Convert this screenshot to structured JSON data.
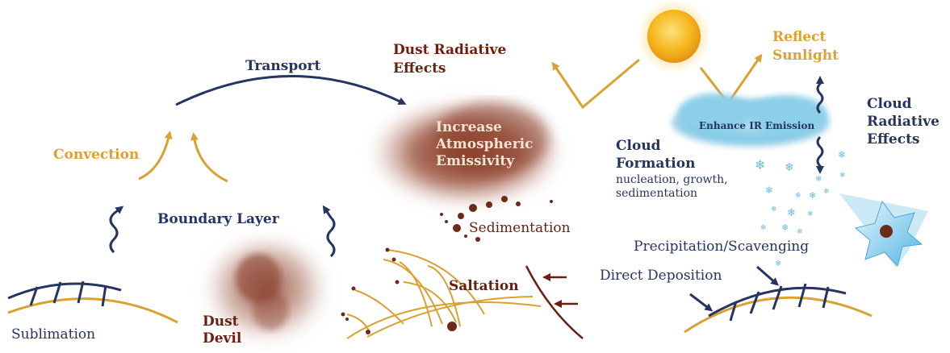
{
  "labels": {
    "transport": "Transport",
    "dust_radiative": [
      "Dust Radiative",
      "Effects"
    ],
    "reflect": [
      "Reflect",
      "Sunlight"
    ],
    "cloud_radiative": [
      "Cloud",
      "Radiative",
      "Effects"
    ],
    "enhance_ir": "Enhance IR Emission",
    "convection": "Convection",
    "increase": [
      "Increase",
      "Atmospheric",
      "Emissivity"
    ],
    "cloud_formation": [
      "Cloud",
      "Formation"
    ],
    "cloud_formation_sub": [
      "nucleation, growth,",
      "sedimentation"
    ],
    "boundary_layer": "Boundary Layer",
    "sedimentation": "Sedimentation",
    "precipitation": "Precipitation/Scavenging",
    "saltation": "Saltation",
    "direct_deposition": "Direct Deposition",
    "sublimation": "Sublimation",
    "dust_devil": [
      "Dust",
      "Devil"
    ]
  },
  "colors": {
    "navy": "#25355f",
    "gold": "#d9a232",
    "brown": "#6b1f10",
    "dust": "#8f4a32",
    "cloud": "#7ec8e6",
    "sun": "#f4b21b"
  }
}
